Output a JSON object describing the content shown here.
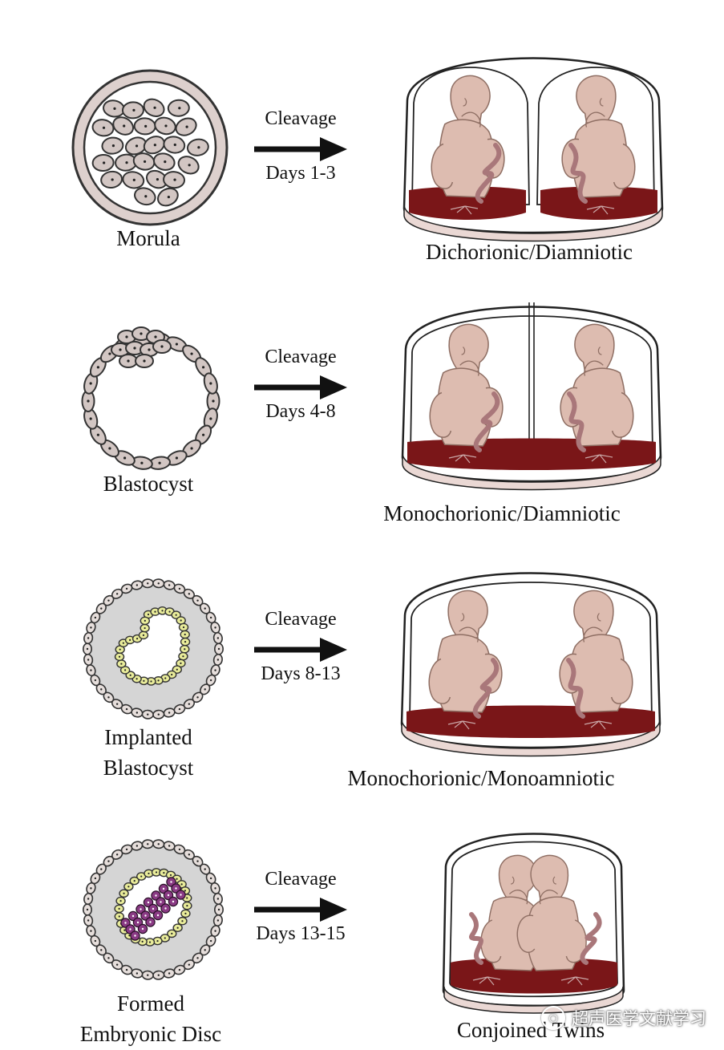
{
  "rows": [
    {
      "stage_lines": [
        "Morula"
      ],
      "arrow_top": "Cleavage",
      "arrow_bottom": "Days 1-3",
      "result": "Dichorionic/Diamniotic"
    },
    {
      "stage_lines": [
        "Blastocyst"
      ],
      "arrow_top": "Cleavage",
      "arrow_bottom": "Days 4-8",
      "result": "Monochorionic/Diamniotic"
    },
    {
      "stage_lines": [
        "Implanted",
        "Blastocyst"
      ],
      "arrow_top": "Cleavage",
      "arrow_bottom": "Days 8-13",
      "result": "Monochorionic/Monoamniotic"
    },
    {
      "stage_lines": [
        "Formed",
        "Embryonic Disc"
      ],
      "arrow_top": "Cleavage",
      "arrow_bottom": "Days 13-15",
      "result": "Conjoined Twins"
    }
  ],
  "watermark": {
    "text": "超声医学文献学习",
    "icon": "wechat-icon"
  },
  "colors": {
    "cell_fill": "#d2c6c3",
    "zona_fill": "#ddd0cd",
    "inner_mass_ring": "#e9ec9a",
    "embryonic_disc": "#8a3a84",
    "fetus_skin": "#ddbcb0",
    "placenta": "#7a1618",
    "membrane_pink": "#ead8d4",
    "cord": "#a9777a",
    "gray_fill": "#d5d5d5"
  }
}
